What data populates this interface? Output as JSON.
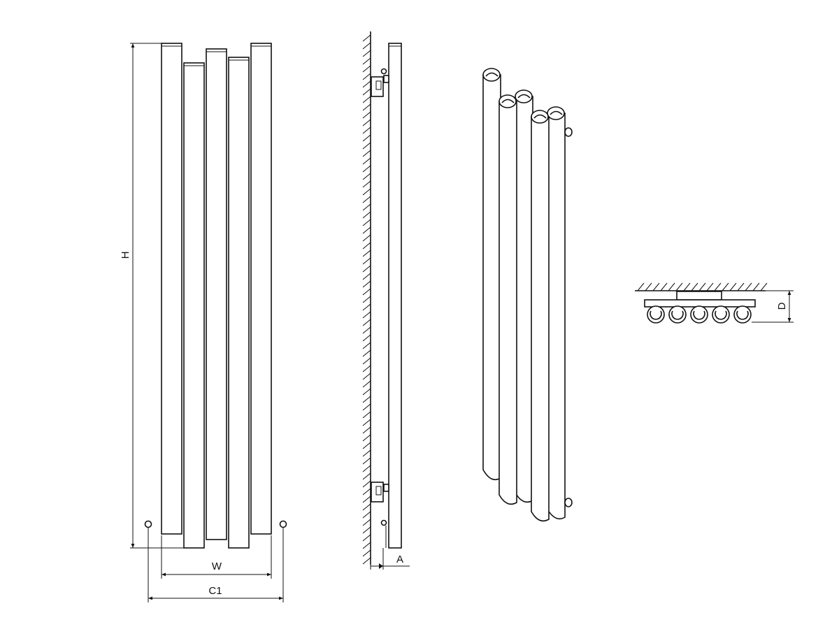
{
  "diagram": {
    "labels": {
      "height": "H",
      "width": "W",
      "connection_spacing": "C1",
      "wall_gap": "A",
      "depth": "D"
    }
  }
}
